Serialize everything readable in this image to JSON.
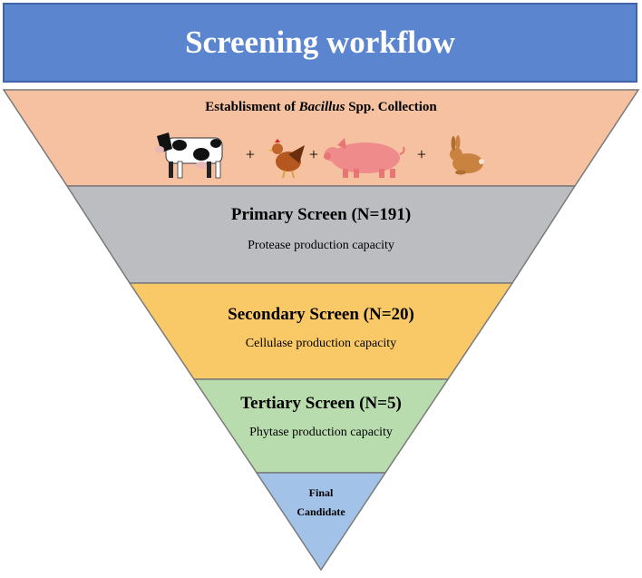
{
  "title": "Screening workflow",
  "collection": {
    "title_prefix": "Establisment of ",
    "title_italic": "Bacillus",
    "title_suffix": " Spp. Collection",
    "animals": [
      "cow-icon",
      "chicken-icon",
      "pig-icon",
      "rabbit-icon"
    ],
    "plus": "+"
  },
  "primary": {
    "title": "Primary Screen (N=191)",
    "subtitle": "Protease production capacity"
  },
  "secondary": {
    "title": "Secondary Screen (N=20)",
    "subtitle": "Cellulase production capacity"
  },
  "tertiary": {
    "title": "Tertiary Screen (N=5)",
    "subtitle": "Phytase production capacity"
  },
  "final": {
    "line1": "Final",
    "line2": "Candidate"
  },
  "colors": {
    "header": "#5b86cf",
    "collection": "#f5c1a0",
    "primary": "#bbbdc1",
    "secondary": "#f9c967",
    "tertiary": "#b9dcae",
    "final": "#a2c2e8"
  }
}
